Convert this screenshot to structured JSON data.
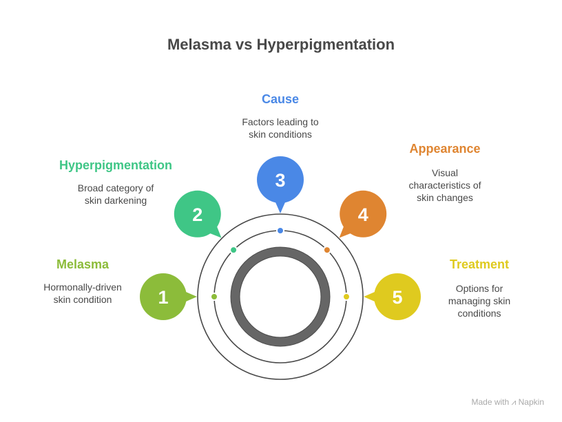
{
  "title": "Melasma vs Hyperpigmentation",
  "steps": [
    {
      "number": "1",
      "label": "Melasma",
      "description_lines": [
        "Hormonally-driven",
        "skin condition"
      ],
      "color": "#8cbc3a"
    },
    {
      "number": "2",
      "label": "Hyperpigmentation",
      "description_lines": [
        "Broad category of",
        "skin darkening"
      ],
      "color": "#3fc686"
    },
    {
      "number": "3",
      "label": "Cause",
      "description_lines": [
        "Factors leading to",
        "skin conditions"
      ],
      "color": "#4a88e6"
    },
    {
      "number": "4",
      "label": "Appearance",
      "description_lines": [
        "Visual",
        "characteristics of",
        "skin changes"
      ],
      "color": "#df8531"
    },
    {
      "number": "5",
      "label": "Treatment",
      "description_lines": [
        "Options for",
        "managing skin",
        "conditions"
      ],
      "color": "#dfca1f"
    }
  ],
  "watermark": {
    "text": "Made with",
    "brand": "Napkin",
    "icon": "napkin-logo-icon"
  }
}
